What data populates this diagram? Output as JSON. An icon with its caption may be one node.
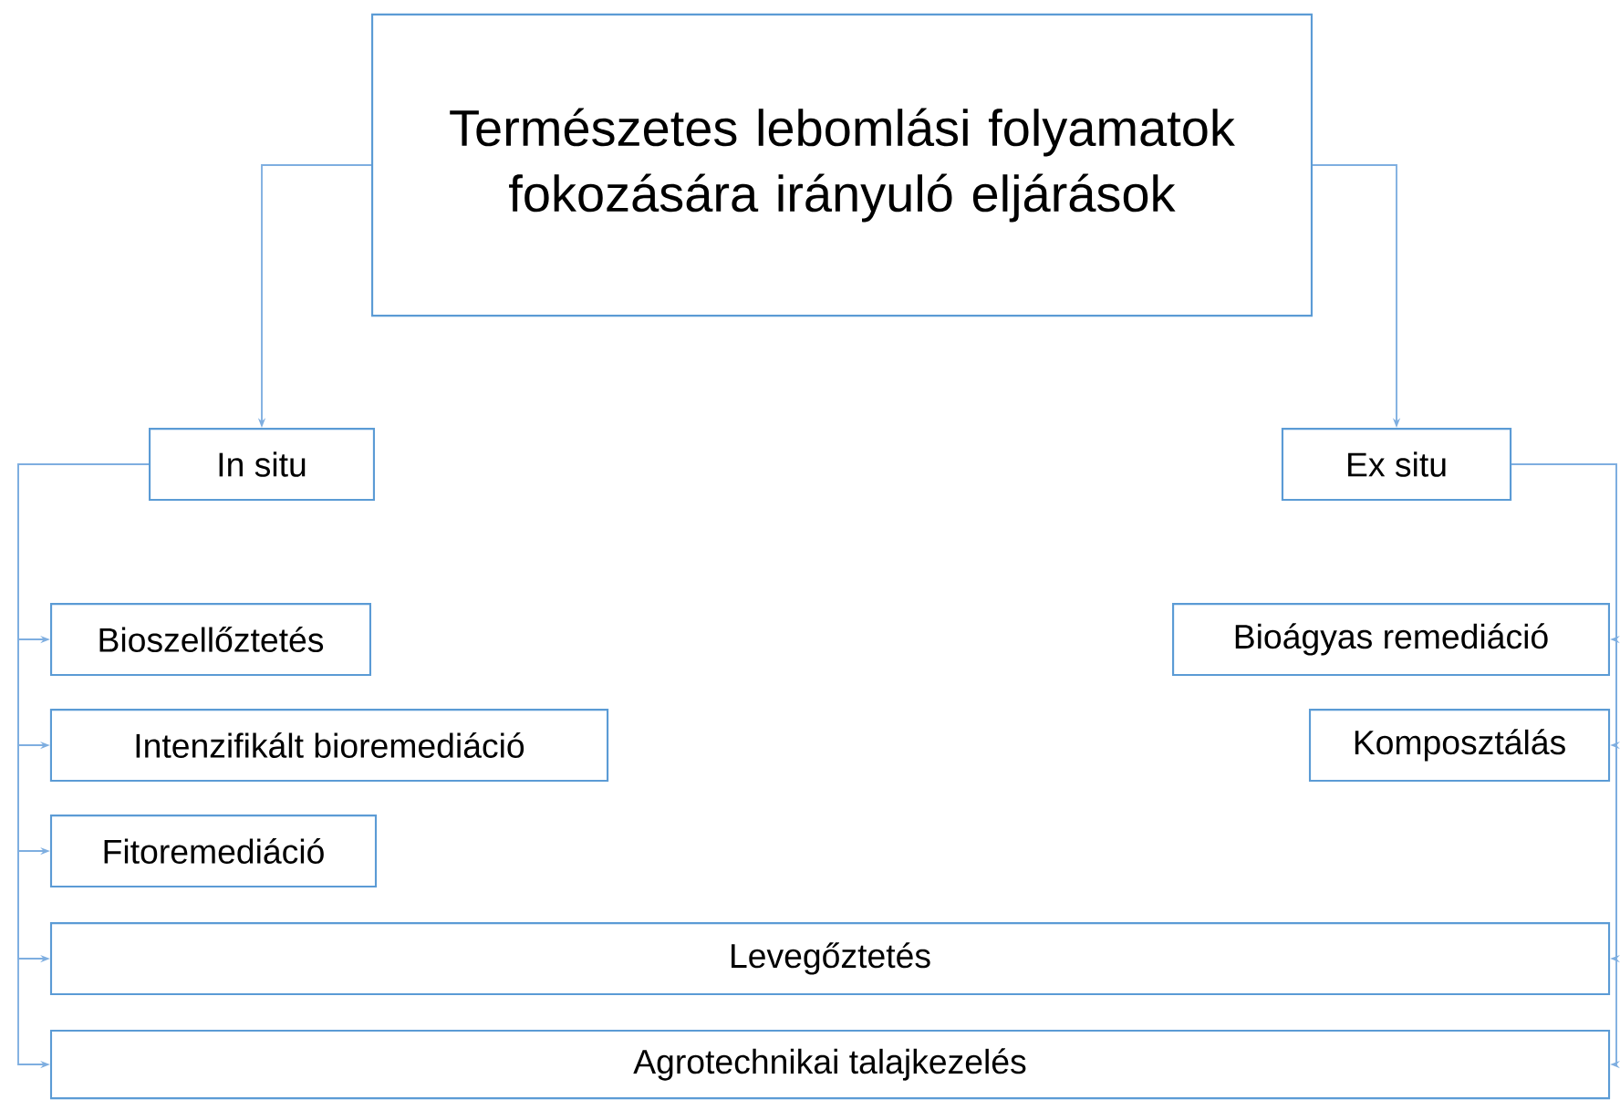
{
  "diagram": {
    "nodes": [
      {
        "text": [
          "Természetes lebomlási folyamatok fokozására irányuló eljárások"
        ]
      },
      {
        "text": [
          "In situ"
        ]
      },
      {
        "text": [
          "Ex situ"
        ]
      },
      {
        "text": [
          "Bioszellőztetés"
        ]
      },
      {
        "text": [
          "Intenzifikált bioremediáció"
        ]
      },
      {
        "text": [
          "Fitoremediáció"
        ]
      },
      {
        "text": [
          "Bioágyas remediáció"
        ]
      },
      {
        "text": [
          "Komposztálás"
        ]
      },
      {
        "text": [
          "Levegőztetés"
        ]
      },
      {
        "text": [
          "Agrotechnikai talajkezelés"
        ]
      }
    ],
    "edges": [
      {
        "from": 0,
        "to": 1,
        "arrow": "to"
      },
      {
        "from": 0,
        "to": 2,
        "arrow": "to"
      },
      {
        "from": 1,
        "to": 3,
        "arrow": "to"
      },
      {
        "from": 1,
        "to": 4,
        "arrow": "to"
      },
      {
        "from": 1,
        "to": 5,
        "arrow": "to"
      },
      {
        "from": 1,
        "to": 8,
        "arrow": "to"
      },
      {
        "from": 1,
        "to": 9,
        "arrow": "to"
      },
      {
        "from": 2,
        "to": 6,
        "arrow": "to"
      },
      {
        "from": 2,
        "to": 7,
        "arrow": "to"
      },
      {
        "from": 2,
        "to": 8,
        "arrow": "to"
      },
      {
        "from": 2,
        "to": 9,
        "arrow": "to"
      }
    ]
  }
}
